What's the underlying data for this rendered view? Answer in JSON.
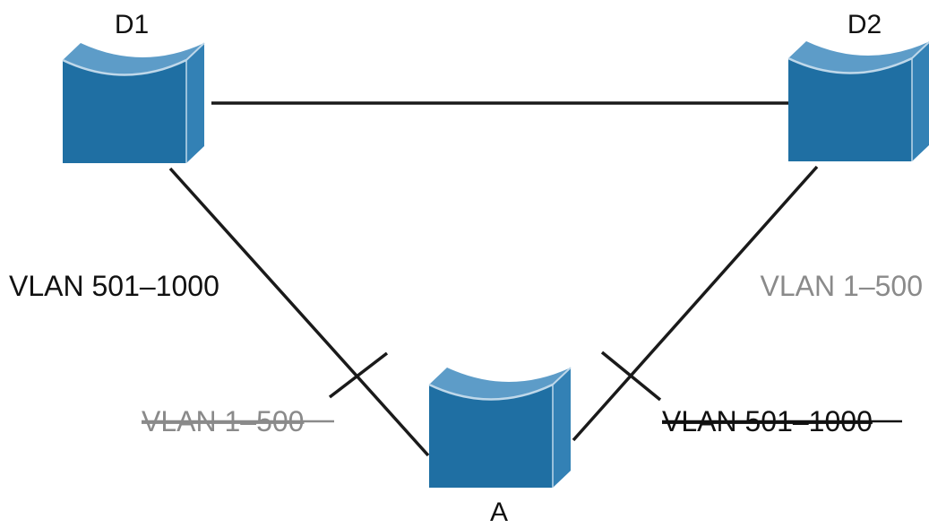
{
  "colors": {
    "switch_front": "#1f6fa3",
    "switch_side": "#3381b5",
    "switch_top": "#5d9cc8",
    "switch_highlight": "#bfd8ea",
    "link": "#1a1a1a",
    "label_active": "#111111",
    "label_blocked": "#8a8a8a"
  },
  "nodes": {
    "d1": {
      "label": "D1",
      "icon": "switch-icon"
    },
    "d2": {
      "label": "D2",
      "icon": "switch-icon"
    },
    "a": {
      "label": "A",
      "icon": "switch-icon"
    }
  },
  "links": {
    "d1_a": {
      "forwarding_label": "VLAN 501–1000",
      "blocked_label": "VLAN 1–500",
      "blocked_marker": "block-mark"
    },
    "d2_a": {
      "forwarding_label": "VLAN 1–500",
      "blocked_label": "VLAN 501–1000",
      "blocked_marker": "block-mark"
    }
  }
}
